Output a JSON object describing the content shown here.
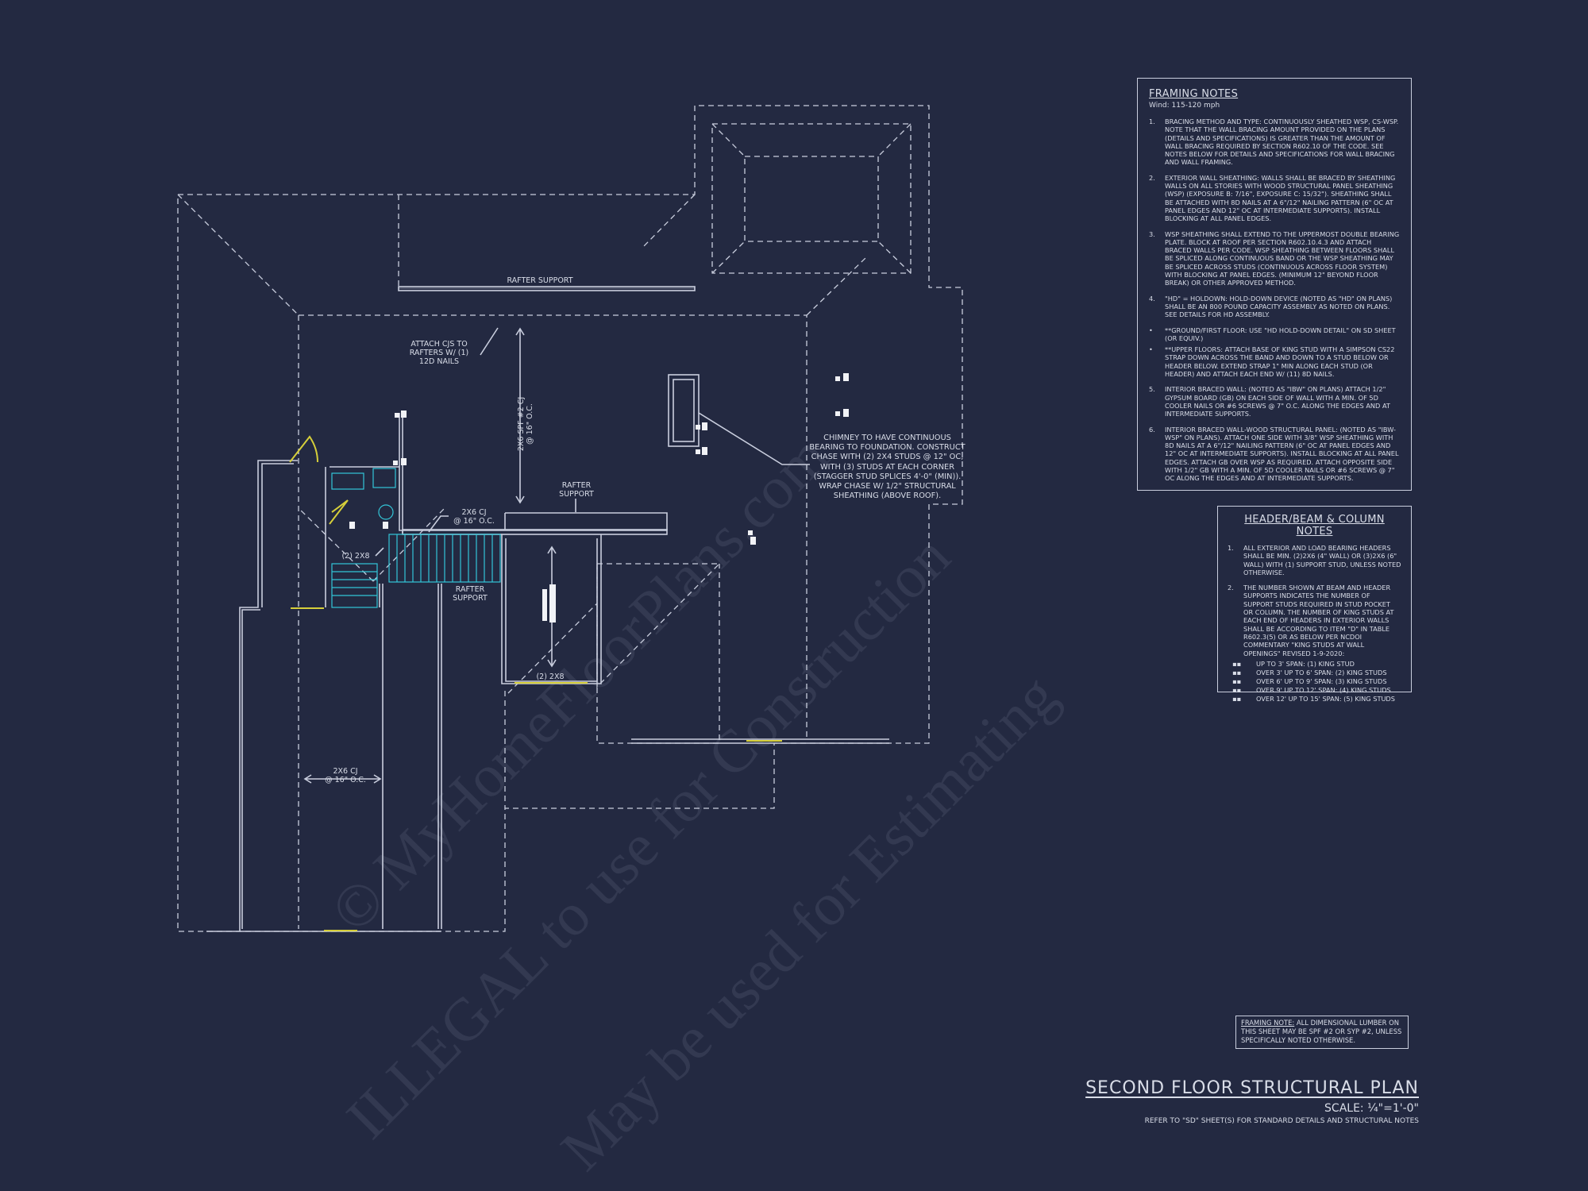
{
  "watermark": {
    "line1": "© MyHomeFloorPlans.com",
    "line2": "ILLEGAL to use for Construction",
    "line3": "May be used for Estimating"
  },
  "framing_notes": {
    "title": "FRAMING NOTES",
    "wind": "Wind: 115-120 mph",
    "items": [
      {
        "num": "1.",
        "text": "BRACING METHOD AND TYPE: CONTINUOUSLY SHEATHED WSP, CS-WSP. NOTE THAT THE WALL BRACING AMOUNT PROVIDED ON THE PLANS (DETAILS AND SPECIFICATIONS) IS GREATER THAN THE AMOUNT OF WALL BRACING REQUIRED BY SECTION R602.10 OF THE CODE. SEE NOTES BELOW FOR DETAILS AND SPECIFICATIONS FOR WALL BRACING AND WALL FRAMING."
      },
      {
        "num": "2.",
        "text": "EXTERIOR WALL SHEATHING: WALLS SHALL BE BRACED BY SHEATHING WALLS ON ALL STORIES WITH WOOD STRUCTURAL PANEL SHEATHING (WSP) (EXPOSURE B: 7/16\", EXPOSURE C: 15/32\"). SHEATHING SHALL BE ATTACHED WITH 8d NAILS AT A 6\"/12\" NAILING PATTERN (6\" OC AT PANEL EDGES AND 12\" OC AT INTERMEDIATE SUPPORTS). INSTALL BLOCKING AT ALL PANEL EDGES."
      },
      {
        "num": "3.",
        "text": "WSP SHEATHING SHALL EXTEND TO THE UPPERMOST DOUBLE BEARING PLATE. BLOCK AT ROOF PER SECTION R602.10.4.3 AND ATTACH BRACED WALLS PER CODE. WSP SHEATHING BETWEEN FLOORS SHALL BE SPLICED ALONG CONTINUOUS BAND OR THE WSP SHEATHING MAY BE SPLICED ACROSS STUDS (CONTINUOUS ACROSS FLOOR SYSTEM) WITH BLOCKING AT PANEL EDGES. (MINIMUM 12\" BEYOND FLOOR BREAK) OR OTHER APPROVED METHOD."
      },
      {
        "num": "4.",
        "text": "\"HD\" = HOLDOWN: HOLD-DOWN DEVICE (NOTED AS \"HD\" ON PLANS) SHALL BE AN 800 POUND CAPACITY ASSEMBLY AS NOTED ON PLANS. SEE DETAILS FOR HD ASSEMBLY."
      },
      {
        "num": "•",
        "text": "**GROUND/FIRST FLOOR: USE \"HD HOLD-DOWN DETAIL\" ON SD SHEET (OR EQUIV.)",
        "sub": true
      },
      {
        "num": "•",
        "text": "**UPPER FLOORS: ATTACH BASE OF KING STUD WITH A SIMPSON CS22 STRAP DOWN ACROSS THE BAND AND DOWN TO A STUD BELOW OR HEADER BELOW. EXTEND STRAP 1\" MIN ALONG EACH STUD (OR HEADER) AND ATTACH EACH END W/ (11) 8d NAILS."
      },
      {
        "num": "5.",
        "text": "INTERIOR BRACED WALL: (NOTED AS \"IBW\" ON PLANS) ATTACH 1/2\" GYPSUM BOARD (GB) ON EACH SIDE OF WALL WITH A MIN. OF 5d COOLER NAILS OR #6 SCREWS @ 7\" O.C. ALONG THE EDGES AND AT INTERMEDIATE SUPPORTS."
      },
      {
        "num": "6.",
        "text": "INTERIOR BRACED WALL-WOOD STRUCTURAL PANEL: (NOTED AS \"IBW-WSP\" ON PLANS). ATTACH ONE SIDE WITH 3/8\" WSP SHEATHING WITH 8d NAILS AT A 6\"/12\" NAILING PATTERN (6\" OC AT PANEL EDGES AND 12\" OC AT INTERMEDIATE SUPPORTS). INSTALL BLOCKING AT ALL PANEL EDGES. ATTACH GB OVER WSP AS REQUIRED. ATTACH OPPOSITE SIDE WITH 1/2\" GB WITH A MIN. OF 5d COOLER NAILS OR #6 SCREWS @ 7\" OC ALONG THE EDGES AND AT INTERMEDIATE SUPPORTS."
      }
    ]
  },
  "header_notes": {
    "title": "HEADER/BEAM & COLUMN NOTES",
    "items": [
      {
        "num": "1.",
        "text": "ALL EXTERIOR AND LOAD BEARING HEADERS SHALL BE MIN. (2)2x6 (4\" WALL) OR (3)2x6 (6\" WALL) WITH (1) SUPPORT STUD, UNLESS NOTED OTHERWISE."
      },
      {
        "num": "2.",
        "text": "THE NUMBER SHOWN AT BEAM AND HEADER SUPPORTS INDICATES THE NUMBER OF SUPPORT STUDS REQUIRED IN STUD POCKET OR COLUMN. THE NUMBER OF KING STUDS AT EACH END OF HEADERS IN EXTERIOR WALLS SHALL BE ACCORDING TO ITEM \"d\" IN TABLE R602.3(5) OR AS BELOW PER NCDOI COMMENTARY \"KING STUDS AT WALL OPENINGS\" REVISED 1-9-2020:"
      }
    ],
    "studs": [
      {
        "num": "▪▪",
        "text": "UP TO 3' SPAN: (1) KING STUD"
      },
      {
        "num": "▪▪",
        "text": "OVER 3' UP TO 6' SPAN: (2) KING STUDS"
      },
      {
        "num": "▪▪",
        "text": "OVER 6' UP TO 9' SPAN: (3) KING STUDS"
      },
      {
        "num": "▪▪",
        "text": "OVER 9' UP TO 12' SPAN: (4) KING STUDS"
      },
      {
        "num": "▪▪",
        "text": "OVER 12' UP TO 15' SPAN: (5) KING STUDS"
      }
    ]
  },
  "framing_note_box": {
    "label": "FRAMING NOTE:",
    "text": "ALL DIMENSIONAL LUMBER ON THIS SHEET MAY BE SPF #2 OR SYP #2, UNLESS SPECIFICALLY NOTED OTHERWISE."
  },
  "title_block": {
    "title": "SECOND FLOOR STRUCTURAL PLAN",
    "scale": "SCALE: ¼\"=1'-0\"",
    "refer": "REFER TO \"SD\" SHEET(S) FOR STANDARD DETAILS AND STRUCTURAL NOTES"
  },
  "plan_labels": {
    "rafter_support_top": "RAFTER SUPPORT",
    "attach_cj": "ATTACH CJs TO\nRAFTERS W/ (1)\n12d NAILS",
    "cj_vertical": "2x6 SPF #2 CJ\n@ 16\" O.C.",
    "rafter_support_mid": "RAFTER\nSUPPORT",
    "cj_small": "2x6 CJ\n@ 16\" O.C.",
    "two_2x8_left": "(2) 2x8",
    "rafter_support_low": "RAFTER\nSUPPORT",
    "two_2x8_bottom": "(2) 2x8",
    "chimney_note": "CHIMNEY TO HAVE CONTINUOUS\nBEARING TO FOUNDATION. CONSTRUCT\nCHASE WITH (2) 2x4 STUDS @ 12\" OC,\nWITH (3) STUDS AT EACH CORNER\n(STAGGER STUD SPLICES 4'-0\" (MIN)).\nWRAP CHASE W/ 1/2\" STRUCTURAL\nSHEATHING (ABOVE ROOF).",
    "cj_bottom": "2x6 CJ\n@ 16\" O.C."
  },
  "colors": {
    "background": "#232941",
    "line": "#c9cede",
    "accent_yellow": "#d6cf3a",
    "accent_cyan": "#33c6d8"
  }
}
